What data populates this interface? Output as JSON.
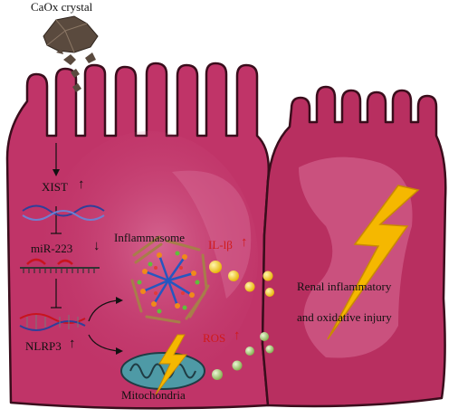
{
  "labels": {
    "crystal": "CaOx crystal",
    "xist": "XIST",
    "xist_arrow": "↑",
    "mir": "miR-223",
    "mir_arrow": "↓",
    "nlrp3": "NLRP3",
    "nlrp3_arrow": "↑",
    "inflammasome": "Inflammasome",
    "il1b": "IL-lβ",
    "il1b_arrow": "↑",
    "ros": "ROS",
    "ros_arrow": "↑",
    "mitochondria": "Mitochondria",
    "injury_line1": "Renal inflammatory",
    "injury_line2": "and oxidative injury"
  },
  "colors": {
    "cell_fill": "#c03468",
    "cell_stroke": "#3a0d1c",
    "cell_glow": "#de7aa0",
    "crystal": "#5a4a3e",
    "lightning": "#f5b800",
    "il1b_particles": "#f2c400",
    "ros_particles": "#9ec46a",
    "mito_fill": "#4e9aa6",
    "arrow_red": "#d01a1a"
  }
}
